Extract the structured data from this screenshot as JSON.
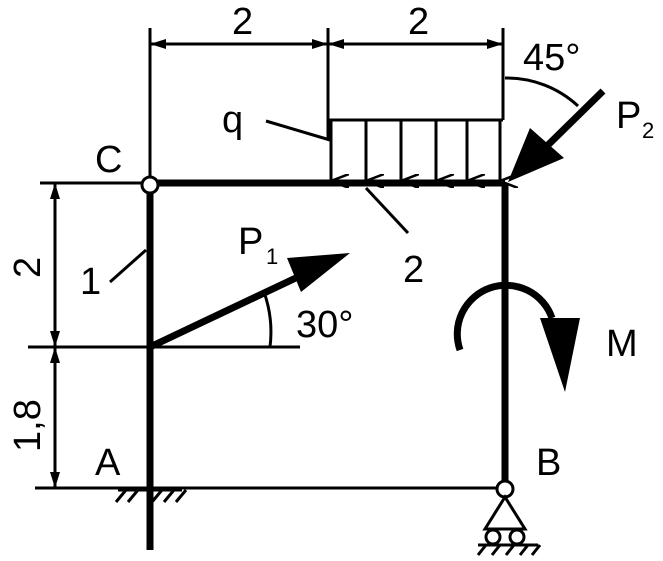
{
  "labels": {
    "node_c": "C",
    "node_a": "A",
    "node_b": "B",
    "q": "q",
    "p1": "P",
    "p1_sub": "1",
    "p2": "P",
    "p2_sub": "2",
    "m": "M",
    "bar_1": "1",
    "bar_2": "2"
  },
  "dimensions": {
    "top_left": "2",
    "top_right": "2",
    "left_upper": "2",
    "left_lower": "1,8"
  },
  "angles": {
    "p1": "30°",
    "p2": "45°"
  },
  "colors": {
    "ink": "#000000",
    "background": "#ffffff"
  }
}
